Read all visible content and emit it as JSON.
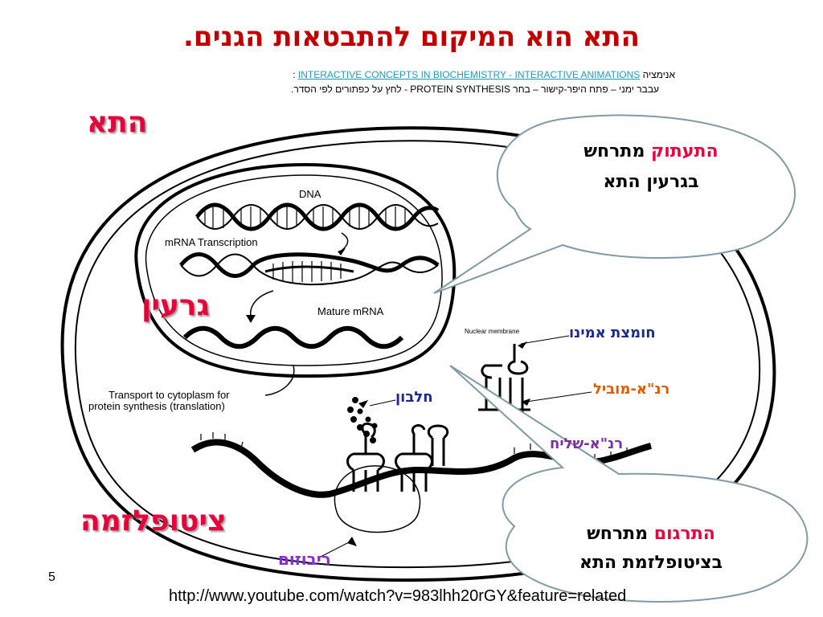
{
  "slide": {
    "title": "התא הוא המיקום להתבטאות הגנים.",
    "animation_prefix": "אנימציה",
    "animation_link": "INTERACTIVE CONCEPTS IN BIOCHEMISTRY - INTERACTIVE ANIMATIONS",
    "animation_suffix": ":",
    "instruction": "עבבר ימני – פתח היפר-קישור – בחר  PROTEIN SYNTHESIS - לחץ על כפתורים לפי הסדר.",
    "page_number": "5",
    "url": "http://www.youtube.com/watch?v=983lhh20rGY&feature=related"
  },
  "labels": {
    "cell": "התא",
    "nucleus": "גרעין",
    "cytoplasm": "ציטופלזמה",
    "amino_acid": "חומצת אמינו",
    "trna": "רנ\"א-מוביל",
    "protein": "חלבון",
    "mrna": "רנ\"א-שליח",
    "ribosome": "ריבוזום"
  },
  "diagram_labels": {
    "dna": "DNA",
    "transcription": "mRNA Transcription",
    "mature": "Mature mRNA",
    "membrane": "Nuclear membrane",
    "transport_1": "Transport to cytoplasm for",
    "transport_2": "protein synthesis (translation)"
  },
  "bubbles": {
    "top": {
      "highlight": "התעתוק",
      "rest": "מתרחש",
      "line2": "בגרעין התא"
    },
    "bottom": {
      "highlight": "התרגום",
      "rest": "מתרחש",
      "line2": "בציטופלזמת התא"
    }
  },
  "colors": {
    "title": "#c00000",
    "highlight": "#e8003a",
    "amino_acid": "#1b2a8a",
    "trna": "#e05a00",
    "protein": "#1b2a8a",
    "mrna": "#7b2fa0",
    "ribosome": "#8a2be2",
    "link": "#1f9bb8",
    "bubble_stroke": "#7f9ba6"
  }
}
